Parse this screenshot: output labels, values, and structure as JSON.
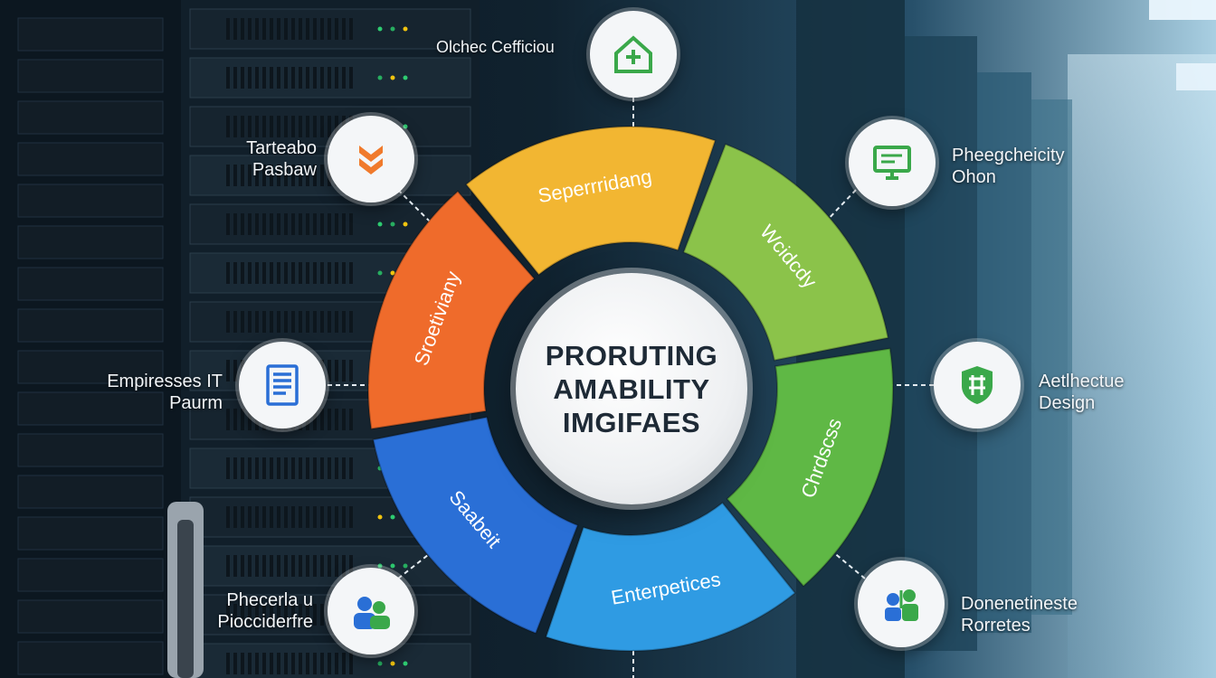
{
  "center_title": {
    "line1": "PRORUTING",
    "line2": "AMABILITY",
    "line3": "IMGIFAES"
  },
  "segments": [
    {
      "label": "Seperrridang",
      "color": "#f2b632"
    },
    {
      "label": "Wcidcdy",
      "color": "#8bc34a"
    },
    {
      "label": "Chrdscss",
      "color": "#5fb845"
    },
    {
      "label": "Enterpetices",
      "color": "#2f9be3"
    },
    {
      "label": "Saabeit",
      "color": "#2a6fd6"
    },
    {
      "label": "Sroetiviany",
      "color": "#ef6b2b"
    }
  ],
  "callouts": [
    {
      "label_line1": "Olchec Cefficiou",
      "label_line2": "",
      "icon": "house-plus-icon"
    },
    {
      "label_line1": "Tarteabo",
      "label_line2": "Pasbaw",
      "icon": "layered-arrows-icon"
    },
    {
      "label_line1": "Empiresses IT",
      "label_line2": "Paurm",
      "icon": "document-icon"
    },
    {
      "label_line1": "Phecerla u",
      "label_line2": "Piocciderfre",
      "icon": "users-icon"
    },
    {
      "label_line1": "Pheegcheicity",
      "label_line2": "Ohon",
      "icon": "monitor-icon"
    },
    {
      "label_line1": "Aetlhectue",
      "label_line2": "Design",
      "icon": "shield-grid-icon"
    },
    {
      "label_line1": "Donenetineste",
      "label_line2": "Rorretes",
      "icon": "team-icon"
    }
  ],
  "colors": {
    "orange": "#ef6b2b",
    "yellow": "#f2b632",
    "lime": "#8bc34a",
    "green": "#5fb845",
    "sky": "#2f9be3",
    "blue": "#2a6fd6",
    "icon_green": "#3aa84a"
  }
}
